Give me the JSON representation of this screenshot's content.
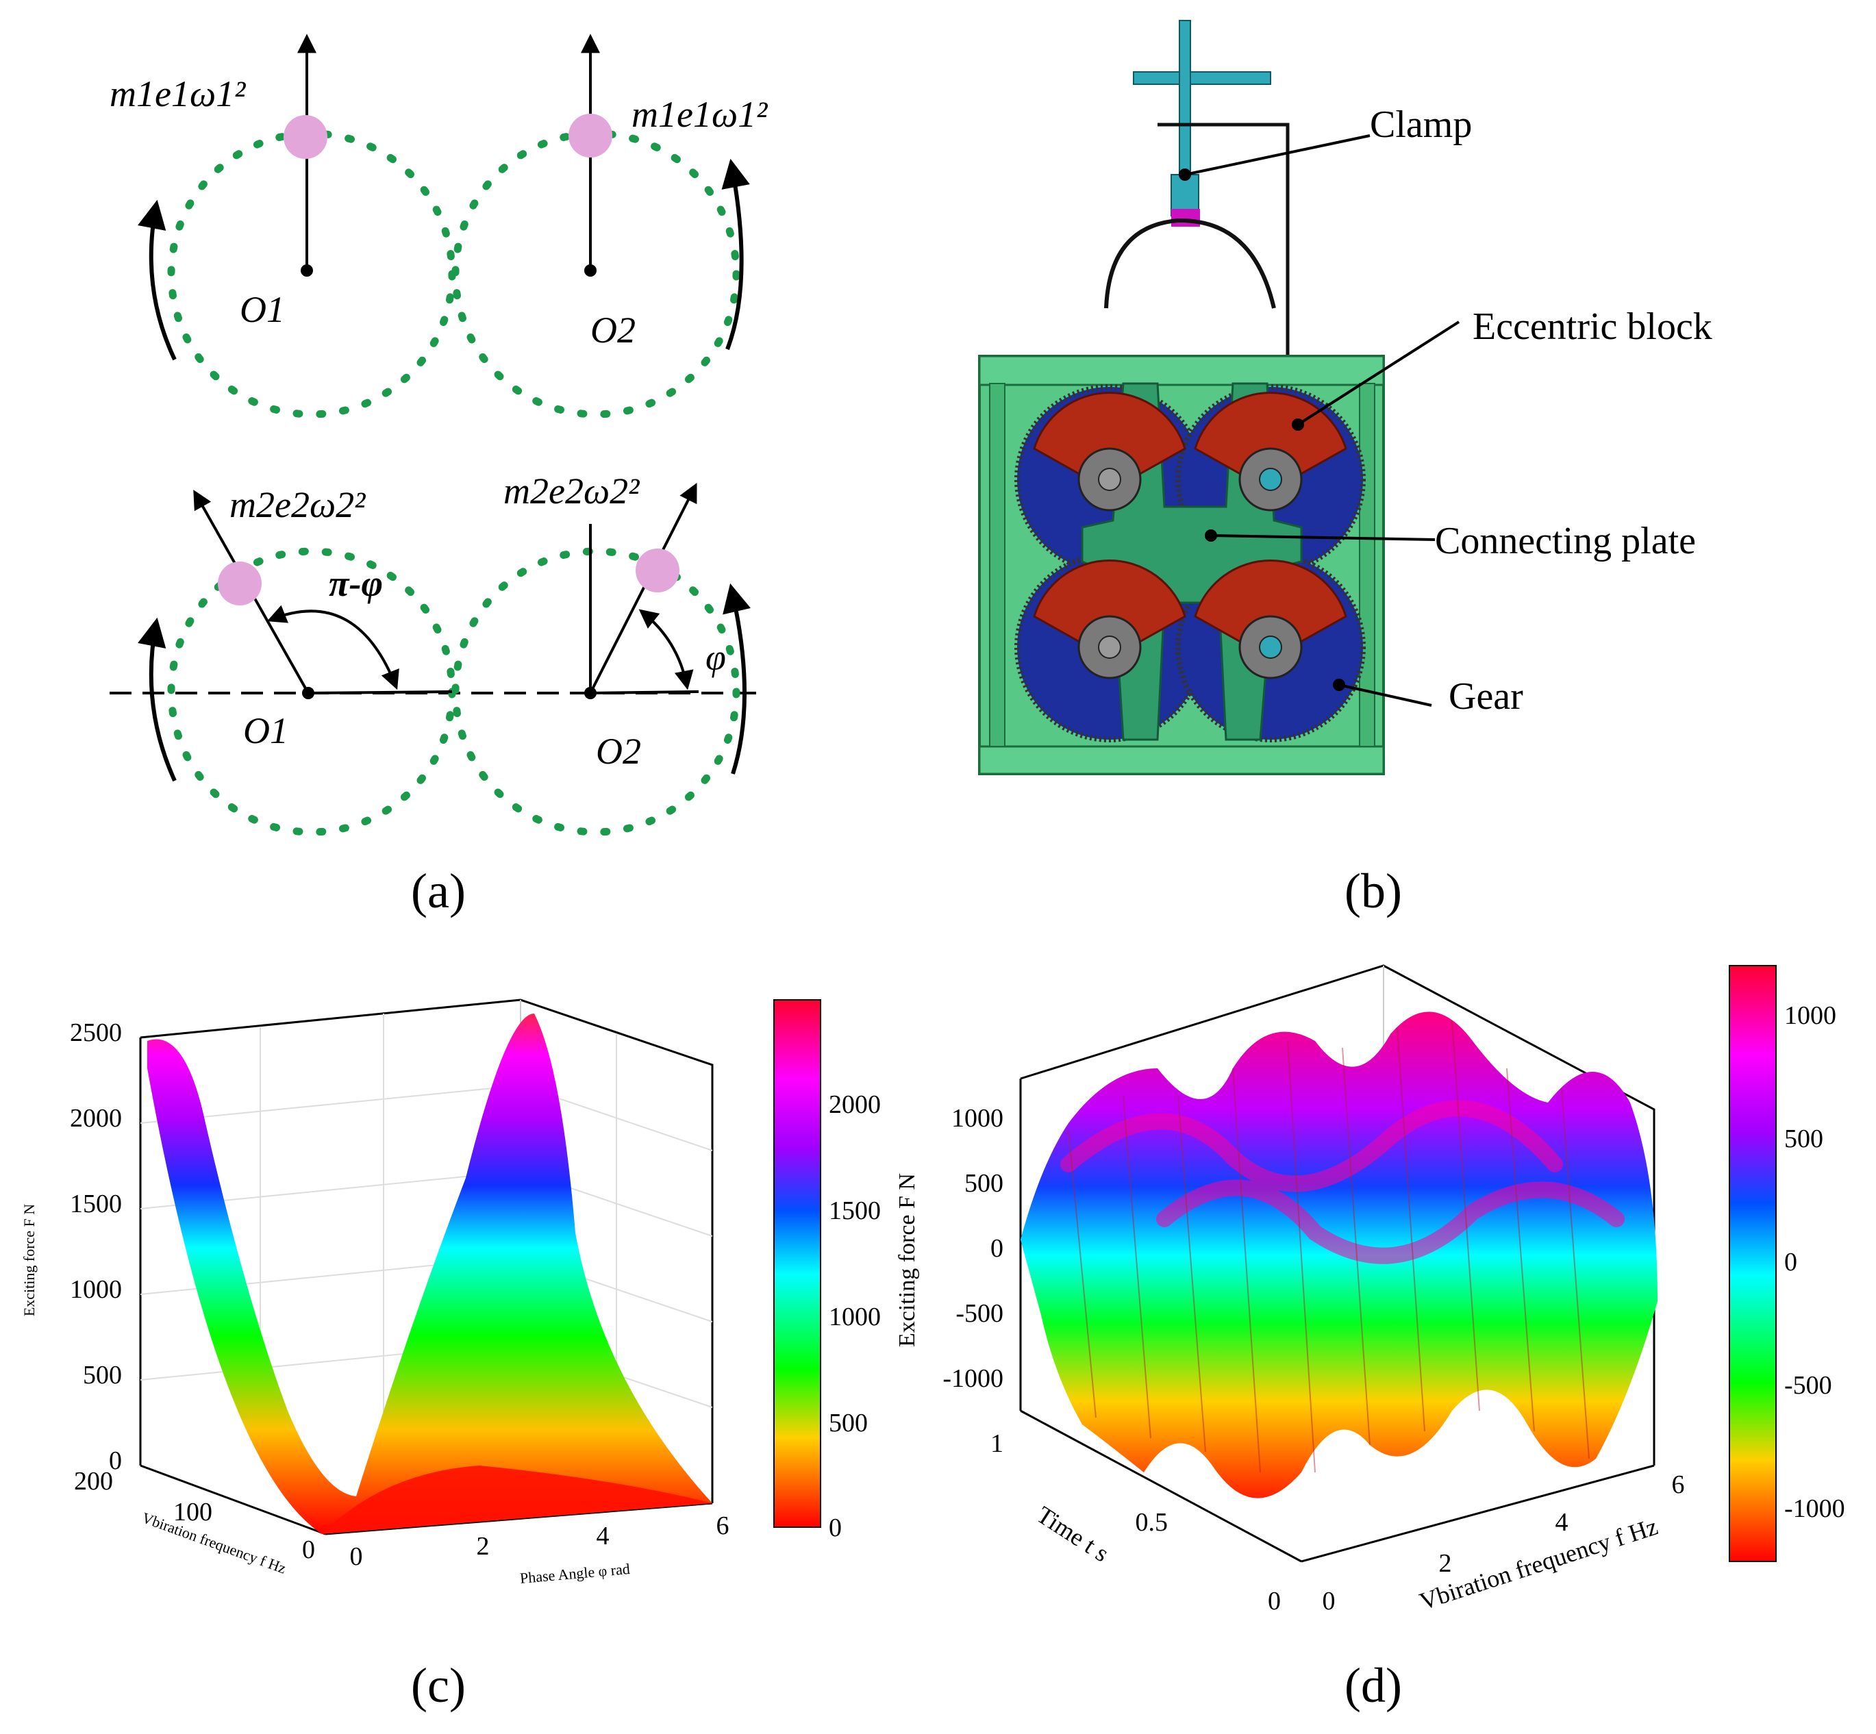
{
  "panel_a": {
    "caption": "(a)",
    "top": {
      "left_force": "m1e1ω1²",
      "right_force": "m1e1ω1²",
      "center_left": "O1",
      "center_right": "O2"
    },
    "bottom": {
      "left_force": "m2e2ω2²",
      "right_force": "m2e2ω2²",
      "center_left": "O1",
      "center_right": "O2",
      "angle_left": "π-φ",
      "angle_right": "φ"
    }
  },
  "panel_b": {
    "caption": "(b)",
    "callouts": {
      "clamp": "Clamp",
      "eccentric_block": "Eccentric block",
      "connecting_plate": "Connecting plate",
      "gear": "Gear"
    }
  },
  "panel_c": {
    "caption": "(c)",
    "zlabel": "Exciting force F N",
    "xlabel": "Phase Angle φ rad",
    "ylabel": "Vbiration frequency f Hz",
    "z_ticks": [
      "0",
      "500",
      "1000",
      "1500",
      "2000",
      "2500"
    ],
    "x_ticks": [
      "0",
      "2",
      "4",
      "6"
    ],
    "y_ticks": [
      "0",
      "100",
      "200"
    ],
    "colorbar_ticks": [
      "0",
      "500",
      "1000",
      "1500",
      "2000"
    ]
  },
  "panel_d": {
    "caption": "(d)",
    "zlabel": "Exciting force F N",
    "xlabel": "Vbiration frequency f Hz",
    "ylabel": "Time t s",
    "z_ticks": [
      "-1000",
      "-500",
      "0",
      "500",
      "1000"
    ],
    "x_ticks": [
      "0",
      "2",
      "4",
      "6"
    ],
    "y_ticks": [
      "0",
      "0.5",
      "1"
    ],
    "colorbar_ticks": [
      "-1000",
      "-500",
      "0",
      "500",
      "1000"
    ]
  },
  "colors": {
    "orbit": "#1a9a4a",
    "mass": "#e2a6da",
    "frame": "#58c887",
    "eccentric": "#b32a14",
    "gear": "#1c2f9c"
  }
}
